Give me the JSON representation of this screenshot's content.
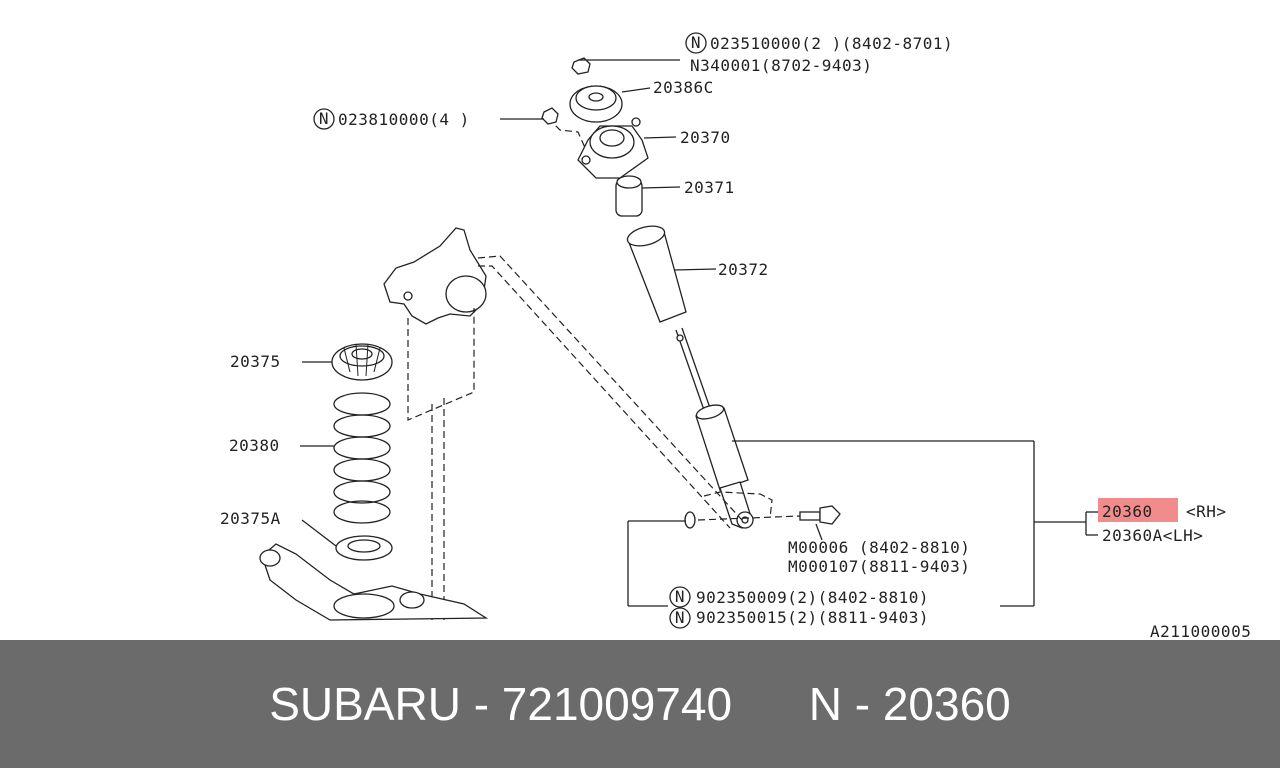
{
  "diagram": {
    "code": "A211000005",
    "labels": {
      "p023510000": "023510000(2 )(8402-8701)",
      "pN340001": "N340001(8702-9403)",
      "p20386C": "20386C",
      "p023810000": "023810000(4 )",
      "p20370": "20370",
      "p20371": "20371",
      "p20372": "20372",
      "p20375": "20375",
      "p20380": "20380",
      "p20375A": "20375A",
      "p20360": "20360",
      "p20360_side": "<RH>",
      "p20360A": "20360A<LH>",
      "pM00006": "M00006 (8402-8810)",
      "pM000107": "M000107(8811-9403)",
      "p902350009": "902350009(2)(8402-8810)",
      "p902350015": "902350015(2)(8811-9403)"
    },
    "n_marker": "N",
    "highlight_color": "#f28b8b"
  },
  "footer": {
    "brand": "SUBARU - 721009740",
    "part": "N - 20360"
  }
}
